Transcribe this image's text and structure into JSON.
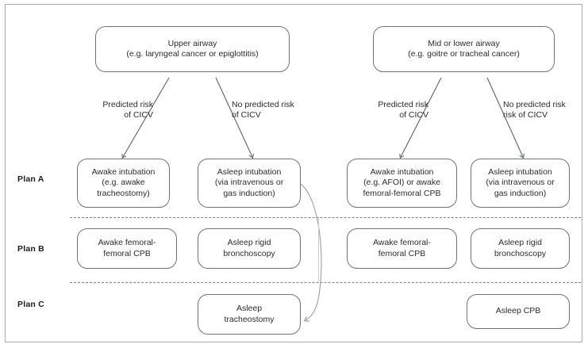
{
  "diagram": {
    "title_present": false,
    "colors": {
      "frame_border": "#a9abb0",
      "box_border": "#6e7278",
      "text": "#2b2b2b",
      "divider": "#7c8085",
      "arrow": "#5c6066",
      "background": "#ffffff"
    },
    "top_nodes": [
      {
        "id": "upper-airway",
        "line1": "Upper airway",
        "line2": "(e.g. laryngeal cancer or epiglottitis)"
      },
      {
        "id": "mid-lower-airway",
        "line1": "Mid or lower airway",
        "line2": "(e.g. goitre or tracheal cancer)"
      }
    ],
    "branch_labels": [
      {
        "id": "left-predicted",
        "line1": "Predicted risk",
        "line2": "of CICV"
      },
      {
        "id": "left-no-predicted",
        "line1": "No predicted risk",
        "line2": "of CICV"
      },
      {
        "id": "right-predicted",
        "line1": "Predicted risk",
        "line2": "of CICV"
      },
      {
        "id": "right-no-predicted",
        "line1": "No predicted risk",
        "line2": "risk of CICV"
      }
    ],
    "plan_labels": [
      {
        "id": "plan-a",
        "text": "Plan A"
      },
      {
        "id": "plan-b",
        "text": "Plan B"
      },
      {
        "id": "plan-c",
        "text": "Plan C"
      }
    ],
    "plan_a": [
      {
        "id": "plan-a-awake-tracheostomy",
        "line1": "Awake intubation",
        "line2": "(e.g. awake",
        "line3": "tracheostomy)"
      },
      {
        "id": "plan-a-asleep-left",
        "line1": "Asleep intubation",
        "line2": "(via intravenous or",
        "line3": "gas induction)"
      },
      {
        "id": "plan-a-awake-afoi",
        "line1": "Awake intubation",
        "line2": "(e.g. AFOI) or awake",
        "line3": "femoral-femoral CPB"
      },
      {
        "id": "plan-a-asleep-right",
        "line1": "Asleep intubation",
        "line2": "(via intravenous or",
        "line3": "gas induction)"
      }
    ],
    "plan_b": [
      {
        "id": "plan-b-awake-cpb-left",
        "line1": "Awake femoral-",
        "line2": "femoral CPB"
      },
      {
        "id": "plan-b-asleep-bronch-left",
        "line1": "Asleep rigid",
        "line2": "bronchoscopy"
      },
      {
        "id": "plan-b-awake-cpb-right",
        "line1": "Awake femoral-",
        "line2": "femoral CPB"
      },
      {
        "id": "plan-b-asleep-bronch-right",
        "line1": "Asleep rigid",
        "line2": "bronchoscopy"
      }
    ],
    "plan_c": [
      {
        "id": "plan-c-asleep-tracheostomy",
        "line1": "Asleep",
        "line2": "tracheostomy"
      },
      {
        "id": "plan-c-asleep-cpb",
        "line1": "Asleep CPB",
        "line2": ""
      }
    ]
  }
}
